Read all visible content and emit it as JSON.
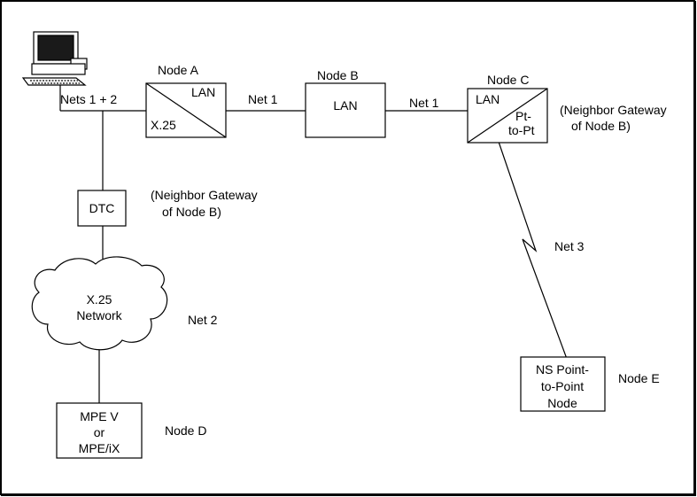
{
  "nodes": {
    "a": {
      "label": "Node A",
      "lan": "LAN",
      "x25": "X.25"
    },
    "b": {
      "label": "Node B",
      "lan": "LAN"
    },
    "c": {
      "label": "Node C",
      "lan": "LAN",
      "pt_line1": "Pt-",
      "pt_line2": "to-Pt"
    },
    "d": {
      "label": "Node D",
      "line1": "MPE V",
      "line2": "or",
      "line3": "MPE/iX"
    },
    "e": {
      "label": "Node E",
      "line1": "NS Point-",
      "line2": "to-Point",
      "line3": "Node"
    }
  },
  "dtc": {
    "label": "DTC"
  },
  "cloud": {
    "line1": "X.25",
    "line2": "Network"
  },
  "nets": {
    "nets12": "Nets 1 + 2",
    "ab": "Net 1",
    "bc": "Net 1",
    "net2": "Net 2",
    "net3": "Net 3"
  },
  "notes": {
    "c_line1": "(Neighbor Gateway",
    "c_line2": "of Node B)",
    "dtc_line1": "(Neighbor Gateway",
    "dtc_line2": "of Node B)"
  },
  "colors": {
    "line": "#000000",
    "background": "#ffffff",
    "monitor_screen": "#1a1a1a"
  },
  "icons": {
    "workstation": "computer-terminal-icon",
    "network": "cloud-icon",
    "serial_link": "lightning-link-icon"
  }
}
